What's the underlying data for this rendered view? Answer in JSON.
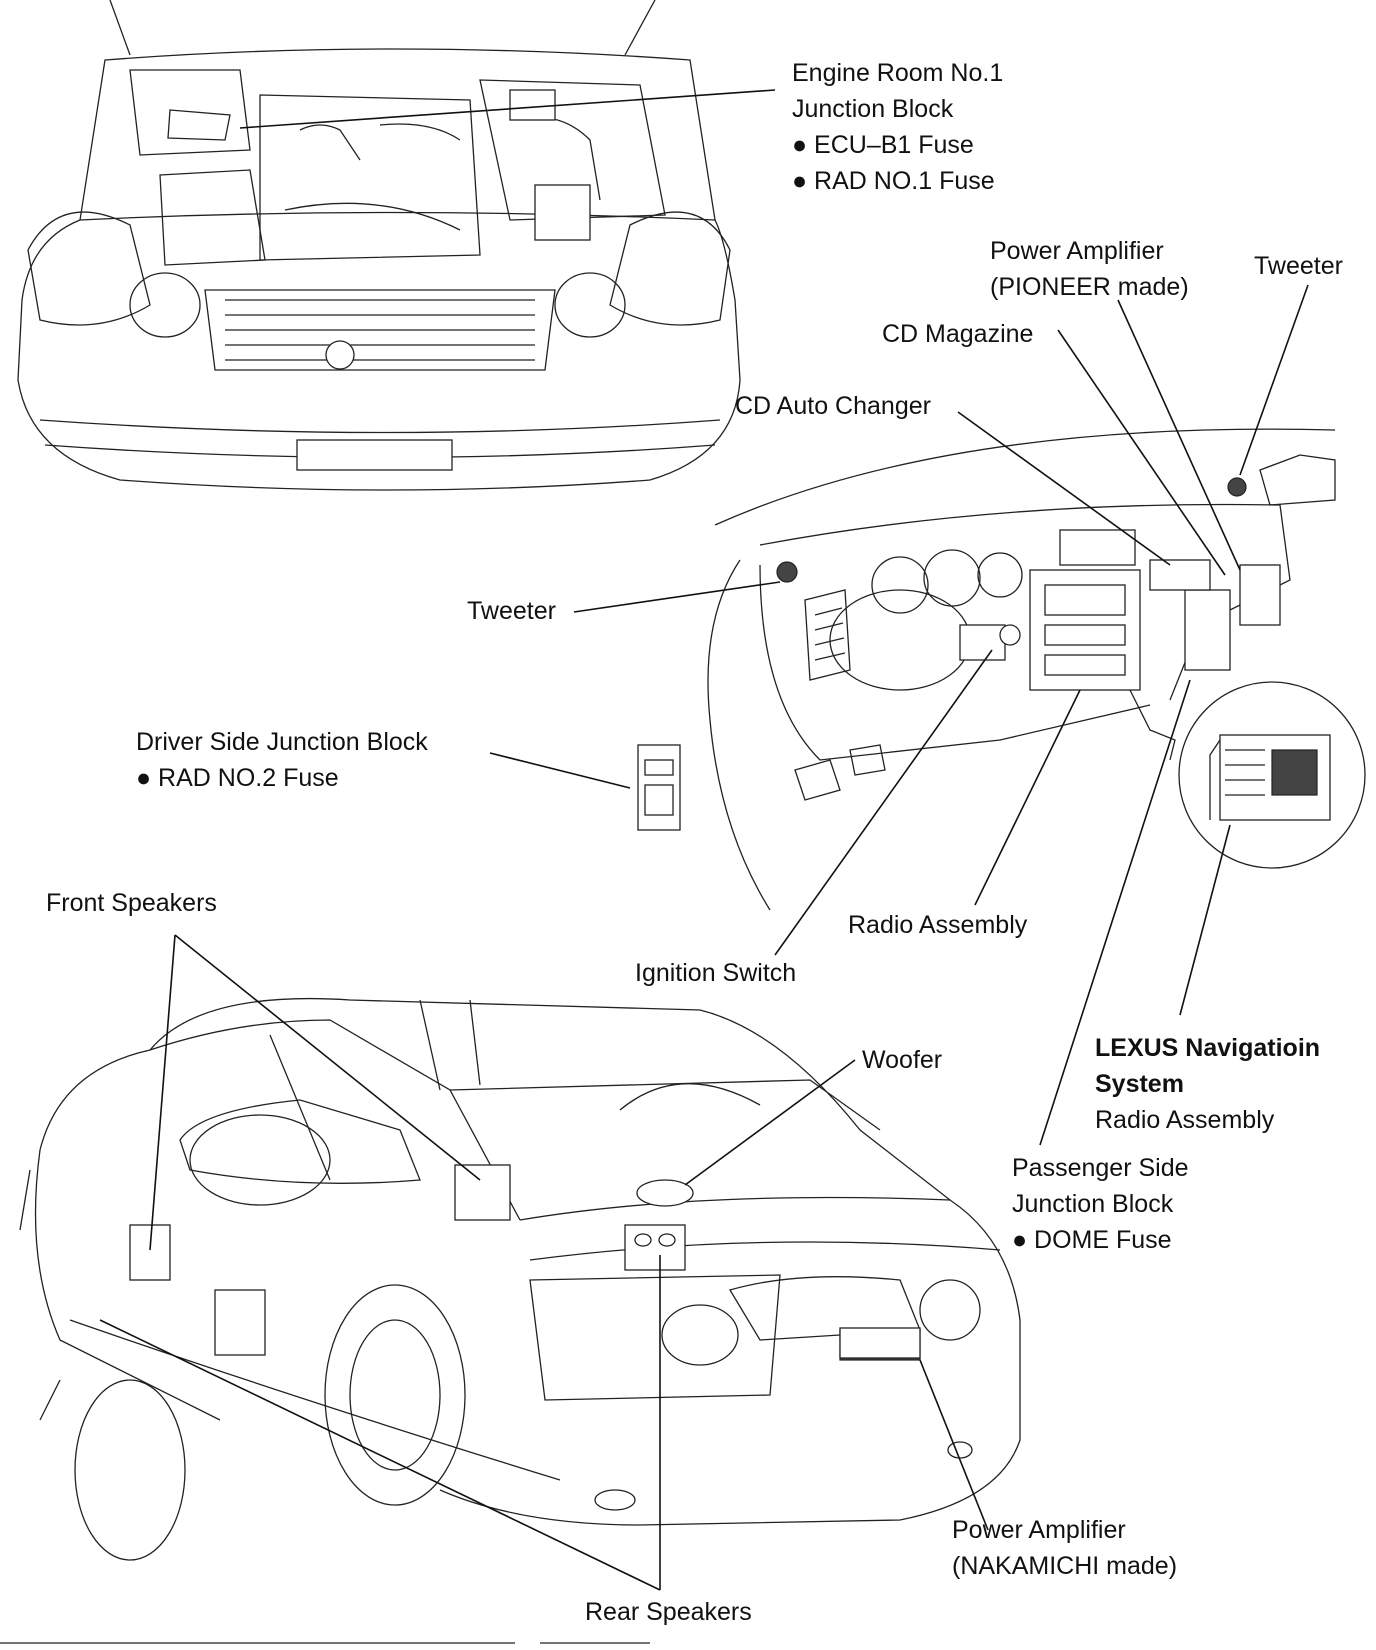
{
  "labels": {
    "engine_room_jb": [
      "Engine Room No.1",
      "Junction Block",
      "● ECU–B1 Fuse",
      "● RAD NO.1 Fuse"
    ],
    "power_amp_pioneer": [
      "Power Amplifier",
      "(PIONEER made)"
    ],
    "tweeter_right": "Tweeter",
    "cd_magazine": "CD Magazine",
    "cd_auto_changer": "CD Auto Changer",
    "tweeter_left": "Tweeter",
    "driver_side_jb": [
      "Driver Side Junction Block",
      "● RAD NO.2 Fuse"
    ],
    "front_speakers": "Front Speakers",
    "radio_assembly": "Radio Assembly",
    "ignition_switch": "Ignition Switch",
    "lexus_nav": [
      "LEXUS Navigatioin",
      "System",
      "Radio Assembly"
    ],
    "woofer": "Woofer",
    "passenger_side_jb": [
      "Passenger Side",
      "Junction Block",
      "● DOME Fuse"
    ],
    "power_amp_nakamichi": [
      "Power Amplifier",
      "(NAKAMICHI made)"
    ],
    "rear_speakers": "Rear Speakers"
  },
  "icons": [
    "car-front-engine-bay-illustration",
    "dashboard-interior-illustration",
    "navigation-radio-inset",
    "sedan-rear-illustration"
  ],
  "colors": {
    "line": "#111111",
    "background": "#ffffff"
  }
}
